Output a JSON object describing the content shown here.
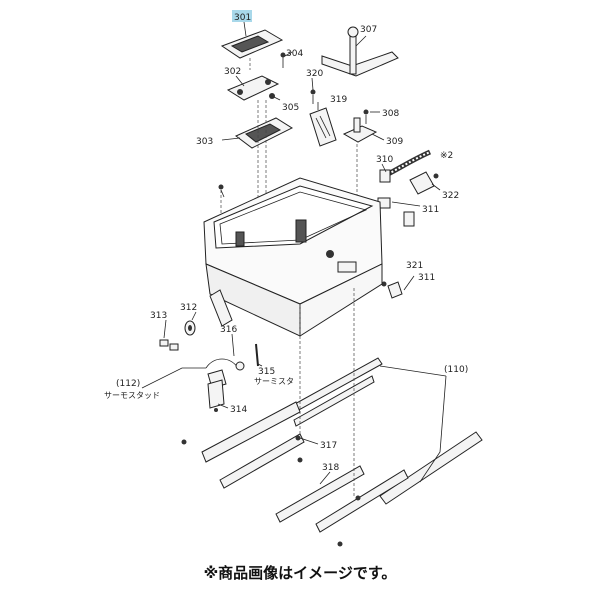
{
  "highlight_label": "301",
  "labels": {
    "l301": "301",
    "l302": "302",
    "l303": "303",
    "l304": "304",
    "l305": "305",
    "l307": "307",
    "l308": "308",
    "l309": "309",
    "l310": "310",
    "l311a": "311",
    "l311b": "311",
    "l312": "312",
    "l313": "313",
    "l314": "314",
    "l315": "315",
    "l316": "316",
    "l317": "317",
    "l318": "318",
    "l319": "319",
    "l320": "320",
    "l321": "321",
    "l322": "322",
    "l110": "(110)",
    "l112": "(112)",
    "lnote2": "※2"
  },
  "part_names": {
    "thermostat": "サーモスタッド",
    "thermistor": "サーミスタ"
  },
  "caption": "※商品画像はイメージです。"
}
